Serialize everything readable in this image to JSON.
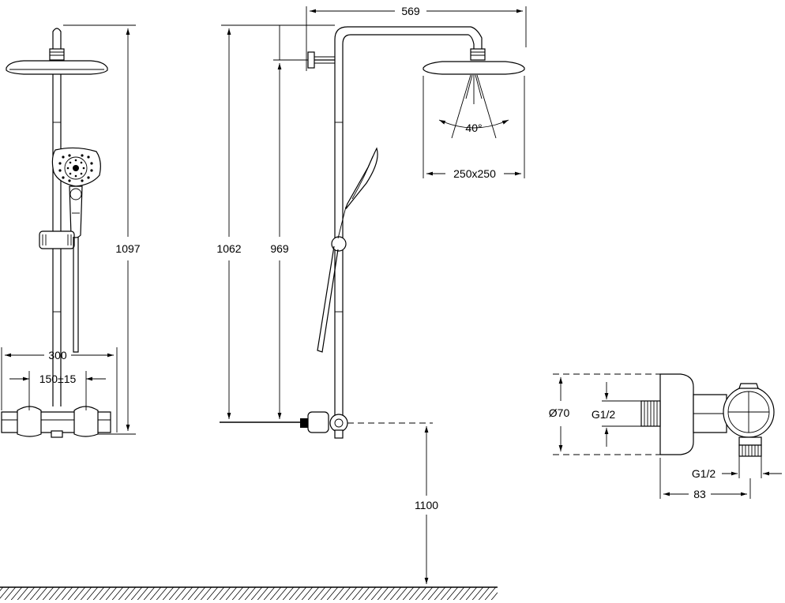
{
  "dimensions": {
    "width_overall": "569",
    "height_left": "1097",
    "height_center": "1062",
    "height_head": "969",
    "spread": "300",
    "centers": "150±15",
    "head_size": "250x250",
    "spray_angle": "40°",
    "floor_height": "1100",
    "diameter": "Ø70",
    "thread_inlet": "G1/2",
    "thread_outlet": "G1/2",
    "depth": "83"
  },
  "colors": {
    "line": "#000000",
    "background": "#ffffff"
  }
}
